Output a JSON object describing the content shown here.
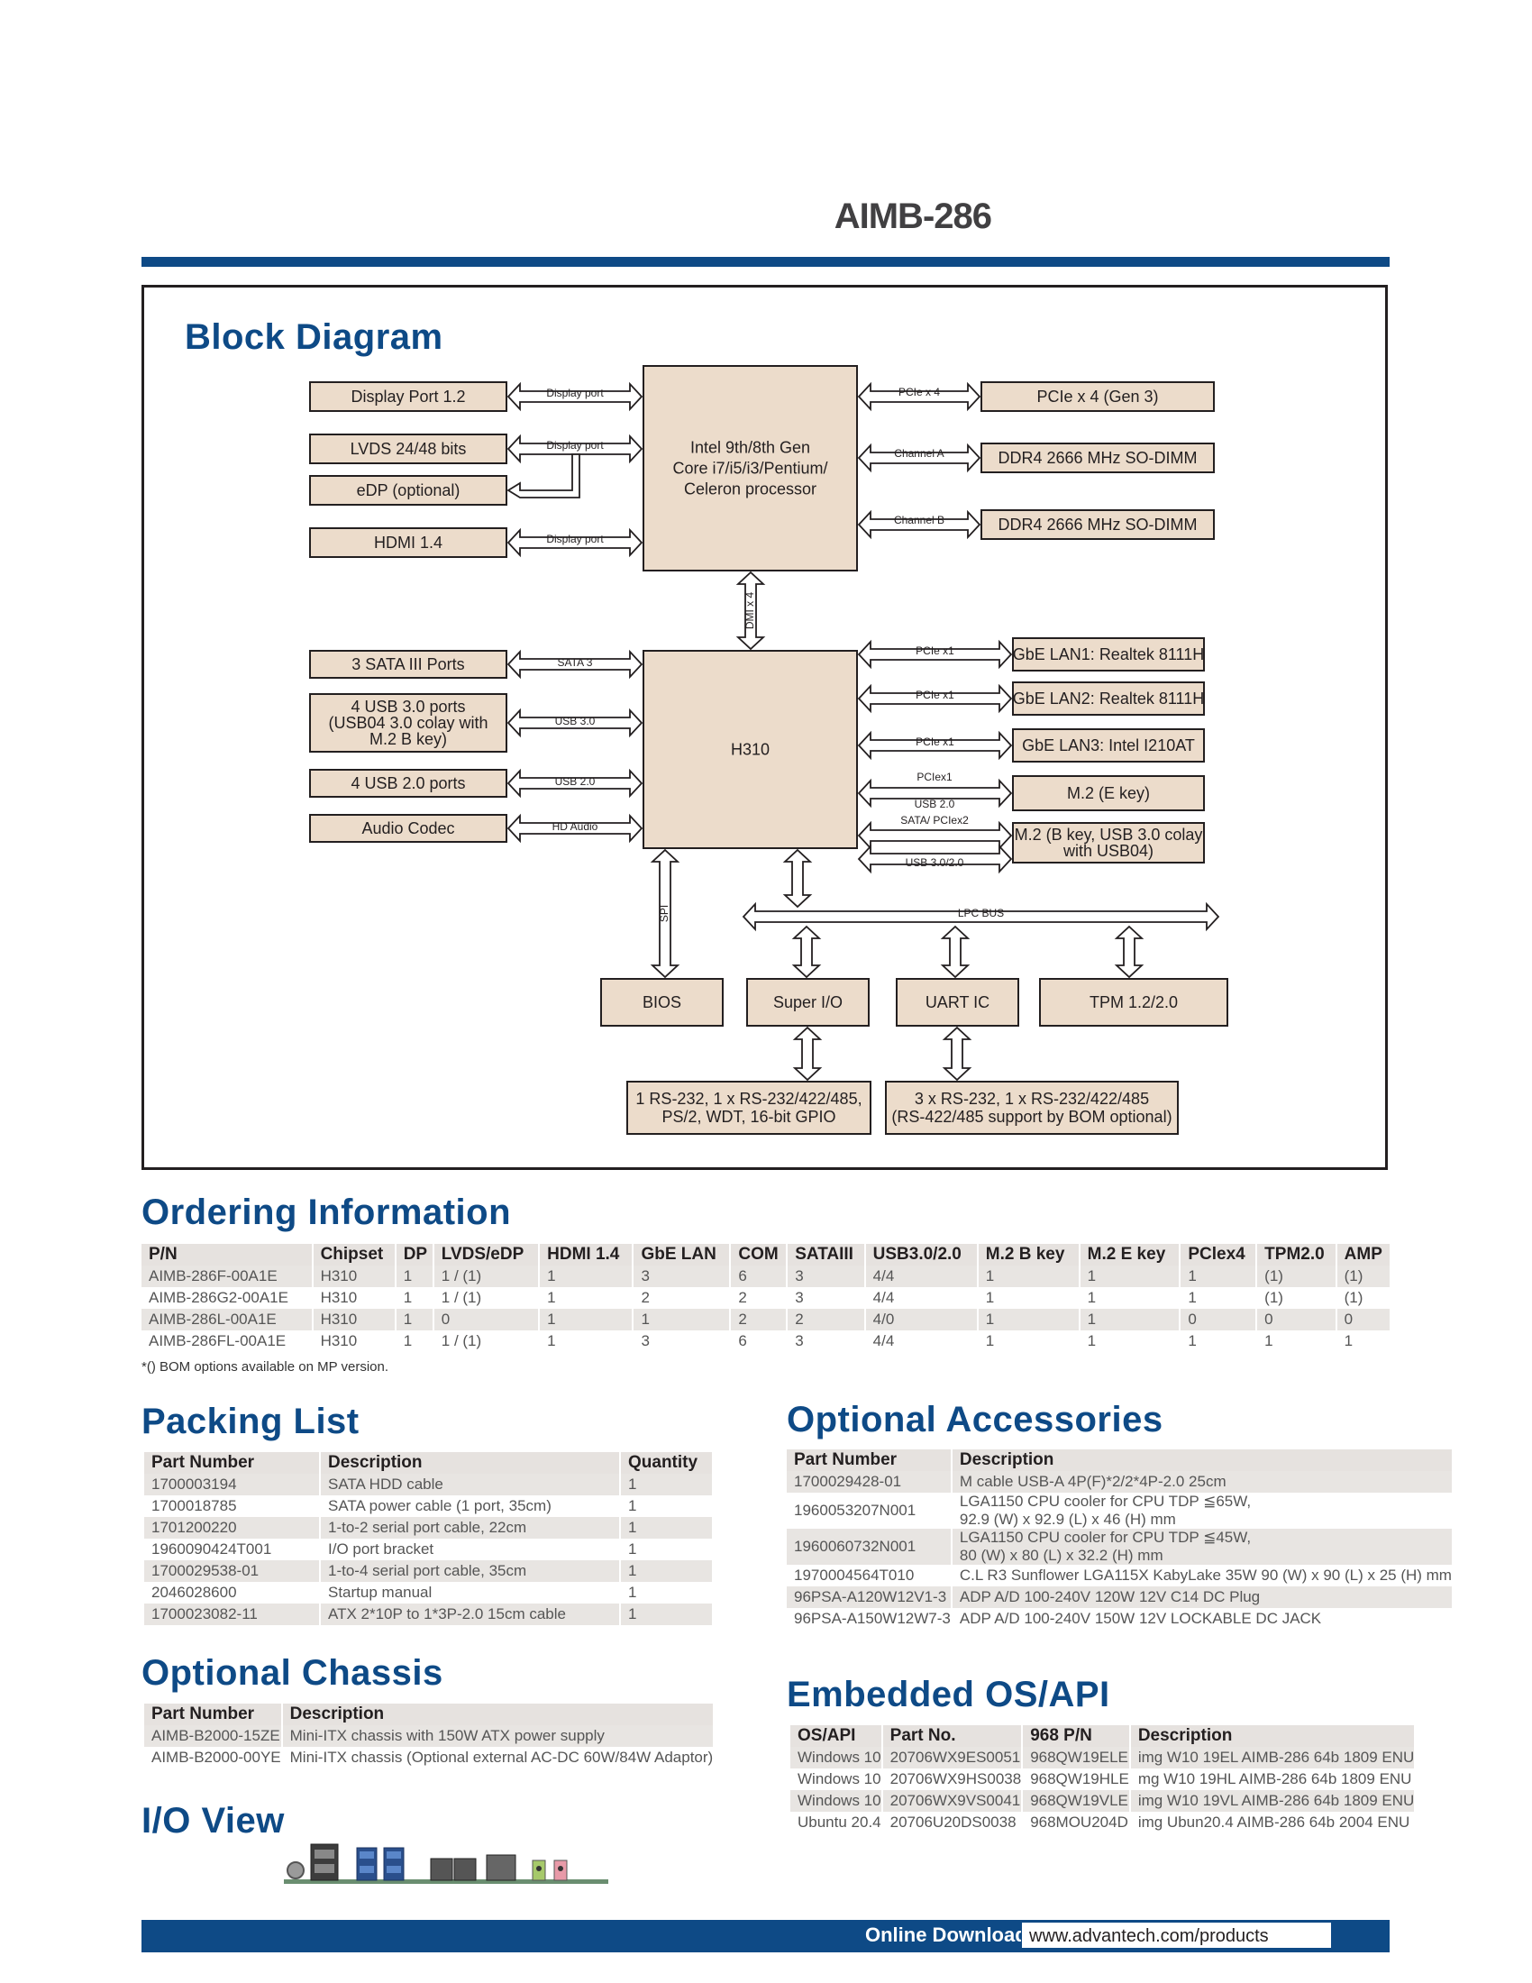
{
  "model": "AIMB-286",
  "sections": {
    "block_diagram": "Block Diagram",
    "ordering": "Ordering Information",
    "packing": "Packing List",
    "accessories": "Optional Accessories",
    "chassis": "Optional Chassis",
    "os": "Embedded OS/API",
    "io": "I/O View"
  },
  "diagram": {
    "cpu": [
      "Intel 9th/8th Gen",
      "Core i7/i5/i3/Pentium/",
      "Celeron processor"
    ],
    "pch": "H310",
    "left_top": [
      "Display Port 1.2",
      "LVDS 24/48 bits",
      "eDP (optional)",
      "HDMI 1.4"
    ],
    "left_top_links": [
      "Display port",
      "Display port",
      "Display port"
    ],
    "right_top": [
      "PCIe x 4 (Gen 3)",
      "DDR4 2666 MHz SO-DIMM",
      "DDR4 2666 MHz SO-DIMM"
    ],
    "right_top_links": [
      "PCIe x 4",
      "Channel A",
      "Channel B"
    ],
    "dmi": "DMI x 4",
    "left_mid": {
      "sata": "3 SATA III Ports",
      "usb3": [
        "4 USB 3.0 ports",
        "(USB04 3.0 colay with",
        "M.2 B key)"
      ],
      "usb2": "4 USB 2.0 ports",
      "audio": "Audio Codec"
    },
    "left_mid_links": [
      "SATA 3",
      "USB 3.0",
      "USB 2.0",
      "HD Audio"
    ],
    "right_mid": [
      "GbE LAN1: Realtek 8111H",
      "GbE LAN2: Realtek 8111H",
      "GbE LAN3: Intel I210AT",
      "M.2 (E key)"
    ],
    "m2b": [
      "M.2 (B key, USB 3.0 colay",
      "with USB04)"
    ],
    "right_mid_links": [
      "PCIe x1",
      "PCIe x1",
      "PCIe x1",
      "PCIex1",
      "USB 2.0",
      "SATA/ PCIex2",
      "USB 3.0/2.0"
    ],
    "spi": "SPI",
    "lpc": "LPC BUS",
    "bottom": [
      "BIOS",
      "Super I/O",
      "UART IC",
      "TPM 1.2/2.0"
    ],
    "bottom2a": [
      "1 RS-232, 1 x RS-232/422/485,",
      "PS/2, WDT, 16-bit GPIO"
    ],
    "bottom2b": [
      "3 x RS-232, 1 x RS-232/422/485",
      "(RS-422/485 support by BOM optional)"
    ]
  },
  "ordering": {
    "headers": [
      "P/N",
      "Chipset",
      "DP",
      "LVDS/eDP",
      "HDMI 1.4",
      "GbE LAN",
      "COM",
      "SATAIII",
      "USB3.0/2.0",
      "M.2 B key",
      "M.2 E key",
      "PClex4",
      "TPM2.0",
      "AMP"
    ],
    "rows": [
      [
        "AIMB-286F-00A1E",
        "H310",
        "1",
        "1 / (1)",
        "1",
        "3",
        "6",
        "3",
        "4/4",
        "1",
        "1",
        "1",
        "(1)",
        "(1)"
      ],
      [
        "AIMB-286G2-00A1E",
        "H310",
        "1",
        "1 / (1)",
        "1",
        "2",
        "2",
        "3",
        "4/4",
        "1",
        "1",
        "1",
        "(1)",
        "(1)"
      ],
      [
        "AIMB-286L-00A1E",
        "H310",
        "1",
        "0",
        "1",
        "1",
        "2",
        "2",
        "4/0",
        "1",
        "1",
        "0",
        "0",
        "0"
      ],
      [
        "AIMB-286FL-00A1E",
        "H310",
        "1",
        "1 / (1)",
        "1",
        "3",
        "6",
        "3",
        "4/4",
        "1",
        "1",
        "1",
        "1",
        "1"
      ]
    ],
    "note": "*() BOM options available on MP version."
  },
  "packing": {
    "headers": [
      "Part Number",
      "Description",
      "Quantity"
    ],
    "rows": [
      [
        "1700003194",
        "SATA HDD cable",
        "1"
      ],
      [
        "1700018785",
        "SATA power cable (1 port, 35cm)",
        "1"
      ],
      [
        "1701200220",
        "1-to-2 serial port cable, 22cm",
        "1"
      ],
      [
        "1960090424T001",
        "I/O port bracket",
        "1"
      ],
      [
        "1700029538-01",
        "1-to-4 serial port cable, 35cm",
        "1"
      ],
      [
        "2046028600",
        "Startup manual",
        "1"
      ],
      [
        "1700023082-11",
        "ATX 2*10P to 1*3P-2.0 15cm cable",
        "1"
      ]
    ]
  },
  "accessories": {
    "headers": [
      "Part Number",
      "Description"
    ],
    "rows": [
      [
        "1700029428-01",
        "M cable USB-A 4P(F)*2/2*4P-2.0 25cm"
      ],
      [
        "1960053207N001",
        "LGA1150 CPU cooler for CPU TDP ≦65W,\n92.9 (W) x 92.9 (L) x 46 (H) mm"
      ],
      [
        "1960060732N001",
        "LGA1150 CPU cooler for CPU TDP ≦45W,\n80 (W) x 80 (L) x 32.2 (H) mm"
      ],
      [
        "1970004564T010",
        "C.L R3 Sunflower LGA115X KabyLake 35W 90 (W) x 90 (L) x 25 (H) mm"
      ],
      [
        "96PSA-A120W12V1-3",
        "ADP A/D 100-240V 120W 12V C14 DC Plug"
      ],
      [
        "96PSA-A150W12W7-3",
        "ADP A/D 100-240V 150W 12V LOCKABLE DC JACK"
      ]
    ]
  },
  "chassis": {
    "headers": [
      "Part Number",
      "Description"
    ],
    "rows": [
      [
        "AIMB-B2000-15ZE",
        "Mini-ITX chassis with 150W ATX power supply"
      ],
      [
        "AIMB-B2000-00YE",
        "Mini-ITX chassis (Optional external AC-DC 60W/84W Adaptor)"
      ]
    ]
  },
  "os": {
    "headers": [
      "OS/API",
      "Part No.",
      "968 P/N",
      "Description"
    ],
    "rows": [
      [
        "Windows 10",
        "20706WX9ES0051",
        "968QW19ELE",
        "img W10 19EL AIMB-286 64b 1809 ENU"
      ],
      [
        "Windows 10",
        "20706WX9HS0038",
        "968QW19HLE",
        "mg W10 19HL AIMB-286 64b 1809 ENU"
      ],
      [
        "Windows 10",
        "20706WX9VS0041",
        "968QW19VLE",
        "img W10 19VL AIMB-286 64b 1809 ENU"
      ],
      [
        "Ubuntu 20.4",
        "20706U20DS0038",
        "968MOU204D",
        "img Ubun20.4 AIMB-286 64b 2004 ENU"
      ]
    ]
  },
  "footer": {
    "label": "Online Download",
    "url": "www.advantech.com/products"
  },
  "colors": {
    "brand_blue": "#0e4a86",
    "box_fill": "#ecdccb",
    "table_shade": "#e8e5e2"
  }
}
